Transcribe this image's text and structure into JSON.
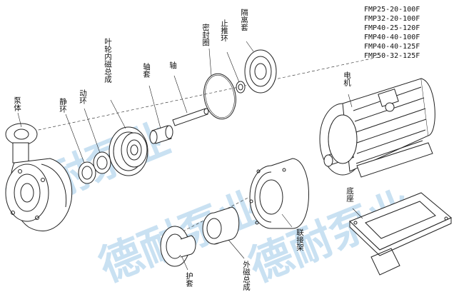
{
  "models": [
    "FMP25-20-100F",
    "FMP32-20-100F",
    "FMP40-25-120F",
    "FMP40-40-100F",
    "FMP40-40-125F",
    "FMP50-32-125F"
  ],
  "labels": {
    "pump_body": "泵体",
    "static_ring": "静环",
    "moving_ring": "动环",
    "impeller_inner_magnet": "叶轮内磁总成",
    "shaft_sleeve": "轴套",
    "shaft": "轴",
    "seal_ring": "密封圈",
    "thrust_ring": "止推环",
    "isolation_sleeve": "隔离套",
    "motor": "电机",
    "base": "底座",
    "coupling_frame": "联接架",
    "outer_magnet": "外磁总成",
    "guard_sleeve": "护套"
  },
  "watermark": "德耐泵业",
  "colors": {
    "line": "#222222",
    "watermark": "#9ec9e8"
  }
}
